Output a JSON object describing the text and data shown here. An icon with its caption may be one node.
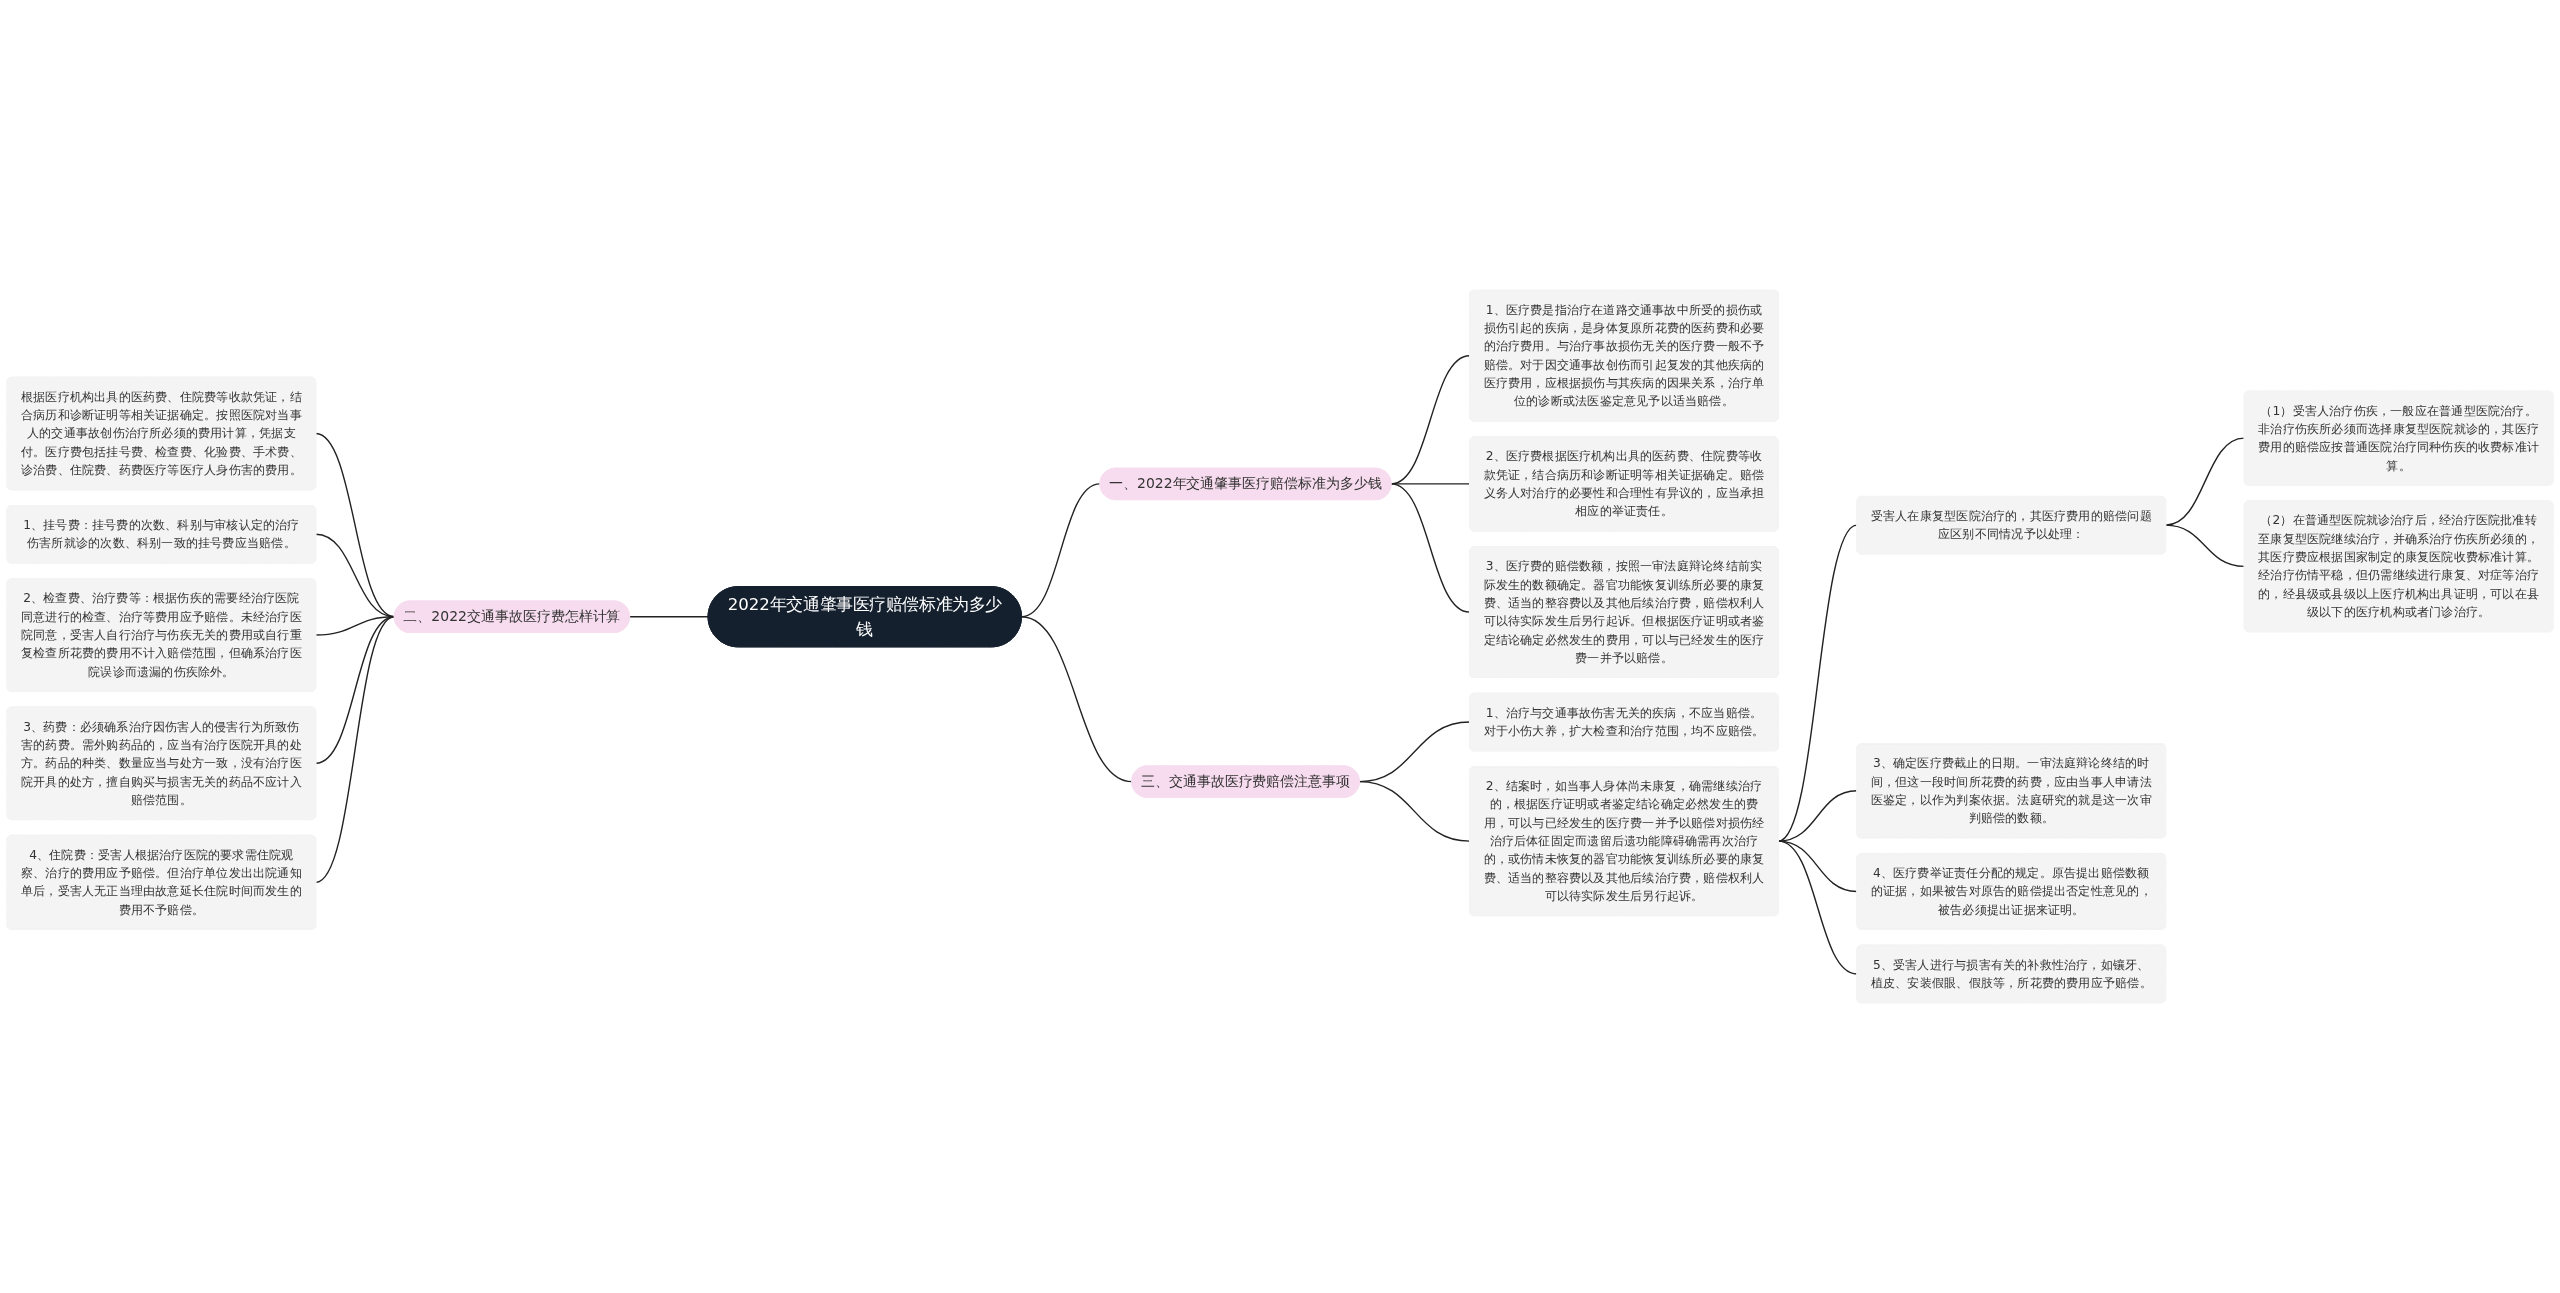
{
  "diagram": {
    "nodes": [
      {
        "text": [
          "2022年交通肇事医疗赔偿标准为多少钱"
        ]
      },
      {
        "text": [
          "一、2022年交通肇事医疗赔偿标准为多少钱"
        ]
      },
      {
        "text": [
          "1、医疗费是指治疗在道路交通事故中所受的损伤或损伤引起的疾病，是身体复原所花费的医药费和必要的治疗费用。与治疗事故损伤无关的医疗费一般不予赔偿。对于因交通事故创伤而引起复发的其他疾病的医疗费用，应根据损伤与其疾病的因果关系，治疗单位的诊断或法医鉴定意见予以适当赔偿。"
        ]
      },
      {
        "text": [
          "2、医疗费根据医疗机构出具的医药费、住院费等收款凭证，结合病历和诊断证明等相关证据确定。赔偿义务人对治疗的必要性和合理性有异议的，应当承担相应的举证责任。"
        ]
      },
      {
        "text": [
          "3、医疗费的赔偿数额，按照一审法庭辩论终结前实际发生的数额确定。器官功能恢复训练所必要的康复费、适当的整容费以及其他后续治疗费，赔偿权利人可以待实际发生后另行起诉。但根据医疗证明或者鉴定结论确定必然发生的费用，可以与已经发生的医疗费一并予以赔偿。"
        ]
      },
      {
        "text": [
          "二、2022交通事故医疗费怎样计算"
        ]
      },
      {
        "text": [
          "根据医疗机构出具的医药费、住院费等收款凭证，结合病历和诊断证明等相关证据确定。按照医院对当事人的交通事故创伤治疗所必须的费用计算，凭据支付。医疗费包括挂号费、检查费、化验费、手术费、诊治费、住院费、药费医疗等医疗人身伤害的费用。"
        ]
      },
      {
        "text": [
          "1、挂号费：挂号费的次数、科别与审核认定的治疗伤害所就诊的次数、科别一致的挂号费应当赔偿。"
        ]
      },
      {
        "text": [
          "2、检查费、治疗费等：根据伤疾的需要经治疗医院同意进行的检查、治疗等费用应予赔偿。未经治疗医院同意，受害人自行治疗与伤疾无关的费用或自行重复检查所花费的费用不计入赔偿范围，但确系治疗医院误诊而遗漏的伤疾除外。"
        ]
      },
      {
        "text": [
          "3、药费：必须确系治疗因伤害人的侵害行为所致伤害的药费。需外购药品的，应当有治疗医院开具的处方。药品的种类、数量应当与处方一致，没有治疗医院开具的处方，擅自购买与损害无关的药品不应计入赔偿范围。"
        ]
      },
      {
        "text": [
          "4、住院费：受害人根据治疗医院的要求需住院观察、治疗的费用应予赔偿。但治疗单位发出出院通知单后，受害人无正当理由故意延长住院时间而发生的费用不予赔偿。"
        ]
      },
      {
        "text": [
          "三、交通事故医疗费赔偿注意事项"
        ]
      },
      {
        "text": [
          "1、治疗与交通事故伤害无关的疾病，不应当赔偿。对于小伤大养，扩大检查和治疗范围，均不应赔偿。"
        ]
      },
      {
        "text": [
          "2、结案时，如当事人身体尚未康复，确需继续治疗的，根据医疗证明或者鉴定结论确定必然发生的费用，可以与已经发生的医疗费一并予以赔偿对损伤经治疗后体征固定而遗留后遗功能障碍确需再次治疗的，或伤情未恢复的器官功能恢复训练所必要的康复费、适当的整容费以及其他后续治疗费，赔偿权利人可以待实际发生后另行起诉。"
        ]
      },
      {
        "text": [
          "受害人在康复型医院治疗的，其医疗费用的赔偿问题应区别不同情况予以处理："
        ]
      },
      {
        "text": [
          "（1）受害人治疗伤疾，一般应在普通型医院治疗。非治疗伤疾所必须而选择康复型医院就诊的，其医疗费用的赔偿应按普通医院治疗同种伤疾的收费标准计算。"
        ]
      },
      {
        "text": [
          "（2）在普通型医院就诊治疗后，经治疗医院批准转至康复型医院继续治疗，并确系治疗伤疾所必须的，其医疗费应根据国家制定的康复医院收费标准计算。经治疗伤情平稳，但仍需继续进行康复、对症等治疗的，经县级或县级以上医疗机构出具证明，可以在县级以下的医疗机构或者门诊治疗。"
        ]
      },
      {
        "text": [
          "3、确定医疗费截止的日期。一审法庭辩论终结的时间，但这一段时间所花费的药费，应由当事人申请法医鉴定，以作为判案依据。法庭研究的就是这一次审判赔偿的数额。"
        ]
      },
      {
        "text": [
          "4、医疗费举证责任分配的规定。原告提出赔偿数额的证据，如果被告对原告的赔偿提出否定性意见的，被告必须提出证据来证明。"
        ]
      },
      {
        "text": [
          "5、受害人进行与损害有关的补救性治疗，如镶牙、植皮、安装假眼、假肢等，所花费的费用应予赔偿。"
        ]
      }
    ],
    "edges": [
      {
        "from": 0,
        "to": 1,
        "arrow": "none"
      },
      {
        "from": 1,
        "to": 2,
        "arrow": "none"
      },
      {
        "from": 1,
        "to": 3,
        "arrow": "none"
      },
      {
        "from": 1,
        "to": 4,
        "arrow": "none"
      },
      {
        "from": 0,
        "to": 5,
        "arrow": "none"
      },
      {
        "from": 5,
        "to": 6,
        "arrow": "none"
      },
      {
        "from": 5,
        "to": 7,
        "arrow": "none"
      },
      {
        "from": 5,
        "to": 8,
        "arrow": "none"
      },
      {
        "from": 5,
        "to": 9,
        "arrow": "none"
      },
      {
        "from": 5,
        "to": 10,
        "arrow": "none"
      },
      {
        "from": 0,
        "to": 11,
        "arrow": "none"
      },
      {
        "from": 11,
        "to": 12,
        "arrow": "none"
      },
      {
        "from": 11,
        "to": 13,
        "arrow": "none"
      },
      {
        "from": 13,
        "to": 14,
        "arrow": "none"
      },
      {
        "from": 14,
        "to": 15,
        "arrow": "none"
      },
      {
        "from": 14,
        "to": 16,
        "arrow": "none"
      },
      {
        "from": 13,
        "to": 17,
        "arrow": "none"
      },
      {
        "from": 13,
        "to": 18,
        "arrow": "none"
      },
      {
        "from": 13,
        "to": 19,
        "arrow": "none"
      }
    ]
  }
}
